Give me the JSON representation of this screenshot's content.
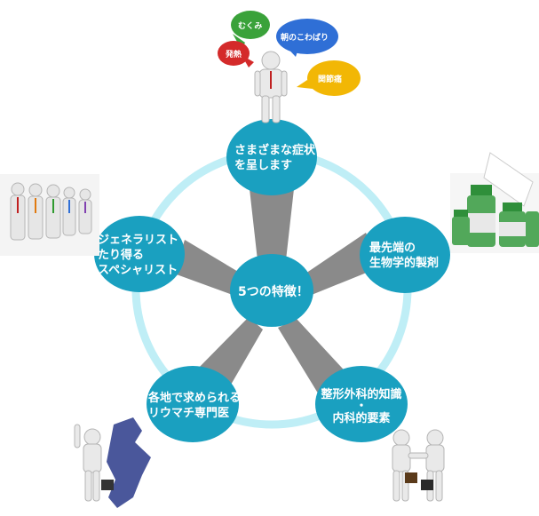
{
  "diagram": {
    "center": {
      "label": "5つの特徴！"
    },
    "features": [
      {
        "id": "symptoms",
        "lines": [
          "さまざまな症状",
          "を呈します"
        ]
      },
      {
        "id": "biologics",
        "lines": [
          "最先端の",
          "生物学的製剤"
        ]
      },
      {
        "id": "knowledge",
        "lines": [
          "整形外科的知識",
          "・",
          "内科的要素"
        ]
      },
      {
        "id": "specialist",
        "lines": [
          "各地で求められる",
          "リウマチ専門医"
        ]
      },
      {
        "id": "generalist",
        "lines": [
          "ジェネラリスト",
          "たり得る",
          "スペシャリスト"
        ]
      }
    ],
    "speech_bubbles": [
      {
        "id": "mukumi",
        "label": "むくみ",
        "color": "#3aa23a"
      },
      {
        "id": "stiffness",
        "label": "朝のこわばり",
        "color": "#2f6fd6"
      },
      {
        "id": "fever",
        "label": "発熱",
        "color": "#d42a2a"
      },
      {
        "id": "joint-pain",
        "label": "関節痛",
        "color": "#f2b705"
      }
    ],
    "colors": {
      "node": "#1aa0c0",
      "ring": "#bfeef6",
      "spoke": "#8a8a8a"
    }
  }
}
